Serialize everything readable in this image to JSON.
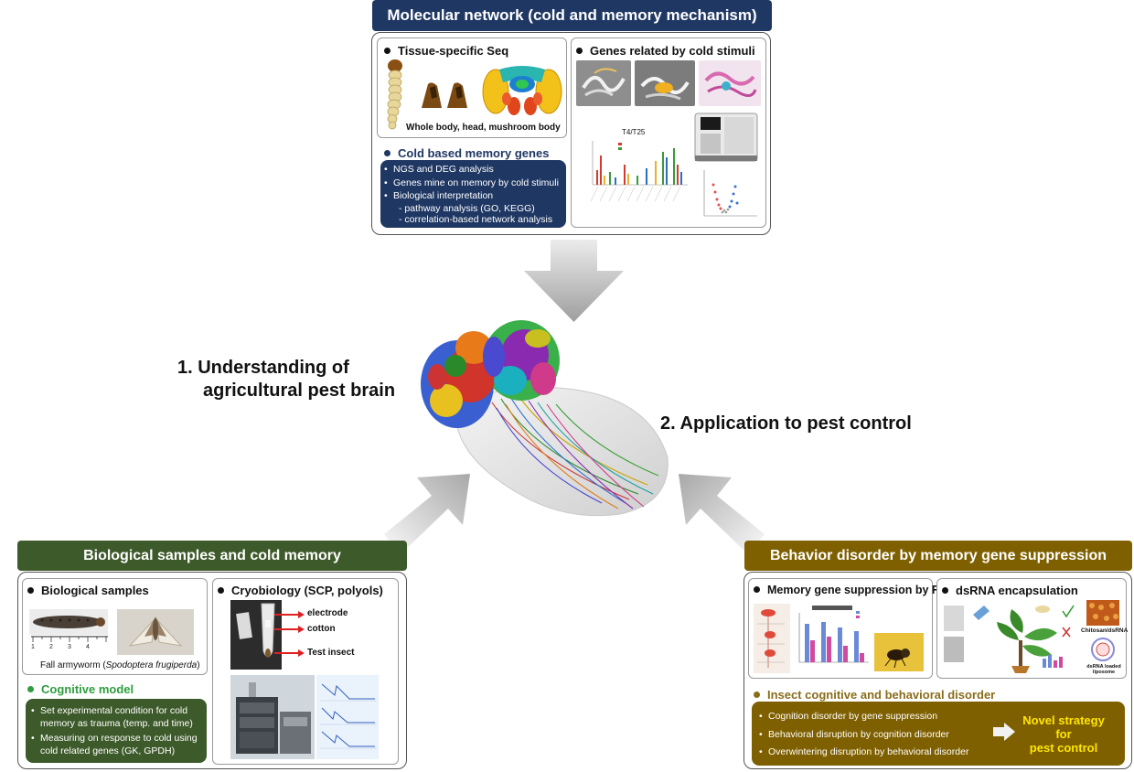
{
  "molecular": {
    "header": "Molecular network (cold and memory mechanism)",
    "tissue_title": "Tissue-specific Seq",
    "tissue_caption": "Whole body, head, mushroom body",
    "genes_title": "Genes related by cold stimuli",
    "cold_title": "Cold based memory genes",
    "cold_items": [
      "NGS and DEG analysis",
      "Genes mine on memory by cold stimuli",
      "Biological interpretation"
    ],
    "cold_subitems": [
      "- pathway analysis (GO, KEGG)",
      "- correlation-based network analysis"
    ],
    "chart_label": "T4/T25"
  },
  "center": {
    "label_1_line1": "1. Understanding of",
    "label_1_line2": "agricultural pest brain",
    "label_2": "2.  Application to pest control"
  },
  "biological": {
    "header": "Biological samples and cold memory",
    "samples_title": "Biological samples",
    "samples_caption_prefix": "Fall armyworm (",
    "samples_caption_species": "Spodoptera frugiperda",
    "samples_caption_suffix": ")",
    "cryo_title": "Cryobiology (SCP, polyols)",
    "cryo_labels": [
      "electrode",
      "cotton",
      "Test insect"
    ],
    "cognitive_title": "Cognitive model",
    "cognitive_items": [
      "Set experimental condition for cold memory as trauma (temp. and time)",
      "Measuring on response to cold using cold related genes (GK, GPDH)"
    ]
  },
  "behavior": {
    "header": "Behavior disorder by memory gene suppression",
    "rnai_title": "Memory gene suppression by RNAi",
    "dsrna_title": "dsRNA encapsulation",
    "dsrna_labels": [
      "Chitosan/dsRNA",
      "dsRNA loaded liposome"
    ],
    "insect_title": "Insect cognitive and behavioral disorder",
    "insect_items": [
      "Cognition disorder by gene suppression",
      "Behavioral disruption by cognition disorder",
      "Overwintering disruption by behavioral disorder"
    ],
    "strategy_line1": "Novel strategy",
    "strategy_line2": "for",
    "strategy_line3": "pest control"
  },
  "colors": {
    "navy": "#1f3763",
    "green": "#3d5a2a",
    "olive": "#7f6000",
    "green_accent": "#2e9e3e",
    "olive_accent": "#8a6d1b",
    "strategy_text": "#ffe600"
  }
}
